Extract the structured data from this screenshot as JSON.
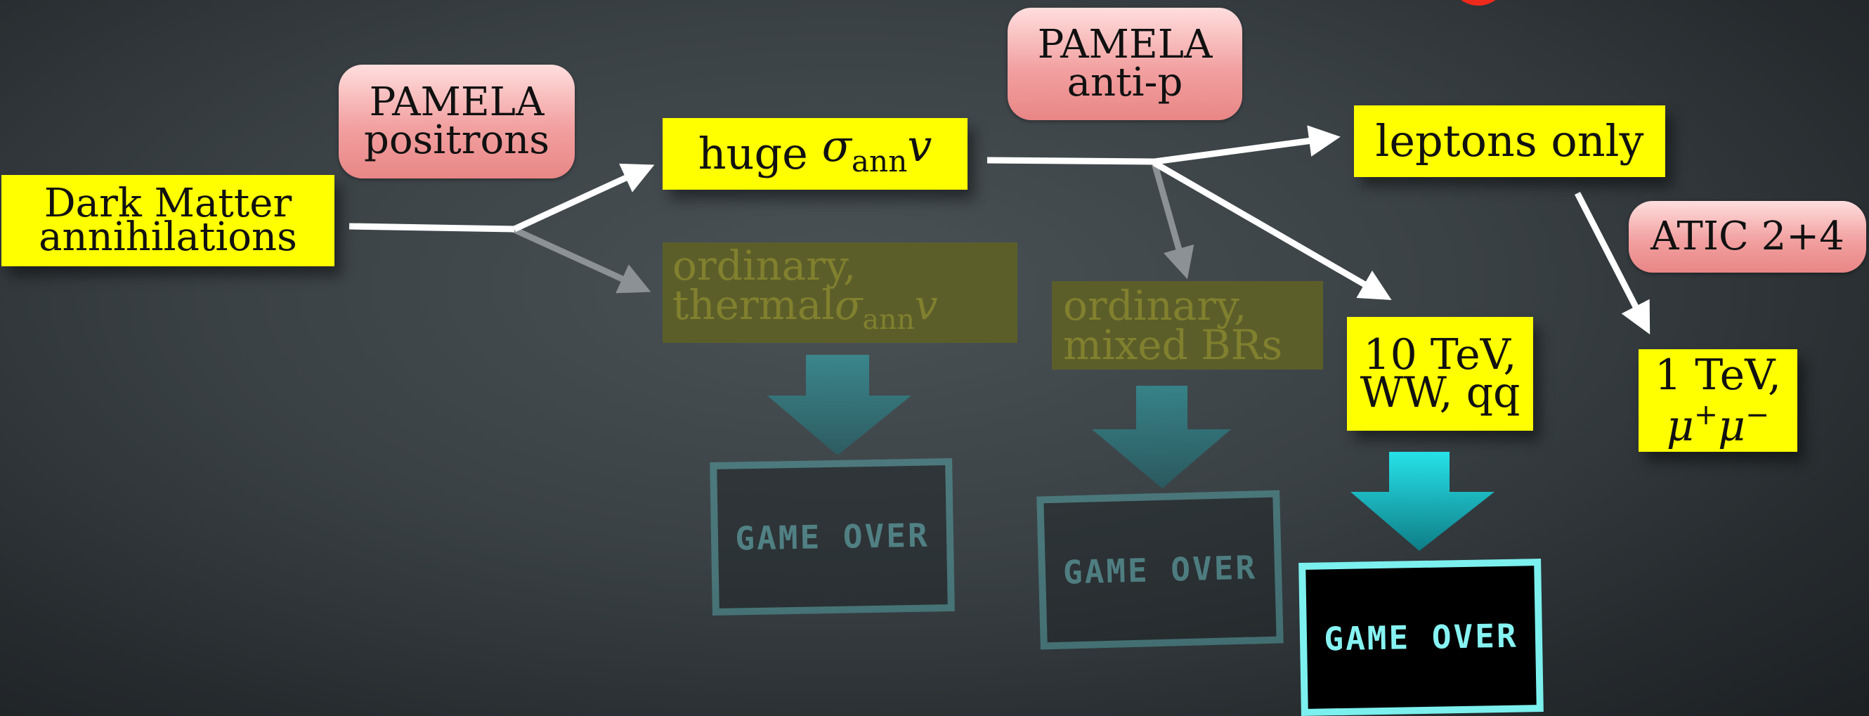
{
  "colors": {
    "background": "#33393d",
    "highlight_box": "#ffff00",
    "faded_box": "#5c5e2a",
    "experiment_tag": "#f2a0a0",
    "down_arrow": "#1fc7cf",
    "arrow": "#ffffff",
    "red_corner": "#ee2a1c"
  },
  "start": {
    "line1": "Dark Matter",
    "line2": "annihilations"
  },
  "tags": {
    "pamela_positrons": {
      "line1": "PAMELA",
      "line2": "positrons"
    },
    "pamela_antip": {
      "line1": "PAMELA",
      "line2": "anti-p"
    },
    "atic": "ATIC 2+4"
  },
  "huge": {
    "word": "huge",
    "sigma": "σ",
    "sub": "ann",
    "v": "v"
  },
  "ordinary_thermal": {
    "line1": "ordinary,",
    "word": "thermal",
    "sigma": "σ",
    "sub": "ann",
    "v": "v"
  },
  "leptons": "leptons only",
  "ordinary_mixed": {
    "line1": "ordinary,",
    "line2": "mixed BRs"
  },
  "tev10": {
    "line1": "10 TeV,",
    "line2": "WW, qq"
  },
  "tev1": {
    "line1": "1 TeV,",
    "mu": "μ",
    "plus": "+",
    "minus": "−"
  },
  "game_over_label": "GAME OVER",
  "icons": [
    "arrow-right",
    "arrow-down"
  ]
}
